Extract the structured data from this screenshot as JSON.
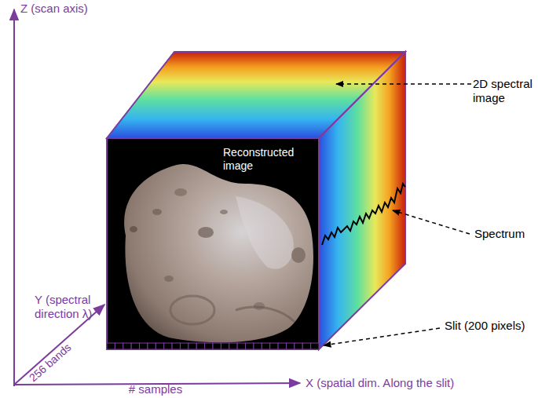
{
  "diagram": {
    "labels": [
      "Z (scan axis)",
      "Reconstructed image",
      "2D spectral image",
      "Spectrum",
      "Slit (200 pixels)",
      "Y (spectral direction λ)",
      "256 bands",
      "# samples",
      "X (spatial dim. Along the slit)"
    ]
  }
}
